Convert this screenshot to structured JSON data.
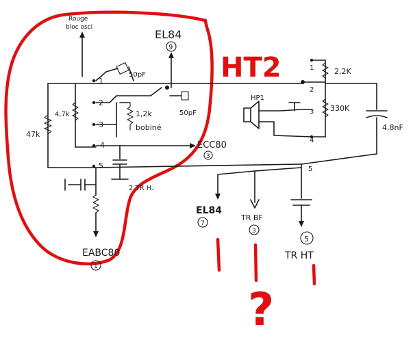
{
  "labels": {
    "top_wire": "Rouge",
    "top_wire2": "bloc osci",
    "el84_top": "EL84",
    "el84_top_pin": "9",
    "ht2": "HT2",
    "pin1_left": "1",
    "pin2_left": "2",
    "pin3_left": "3",
    "pin4_left": "4",
    "pin5_left": "5",
    "cap_50pf_a": "50pF",
    "cap_50pf_b": "50pF",
    "res_4k7_left": "47k",
    "res_4k7_inner": "4,7k",
    "res_1k2": "1,2k",
    "bobine": "bobiné",
    "ecc80": "ECC80",
    "ecc80_pin": "3",
    "tr_h": "2 TR H.",
    "eabc80": "EABC80",
    "eabc80_pin": "1",
    "pin1_right": "1",
    "pin2_right": "2",
    "pin3_right": "3",
    "pin4_right": "4",
    "pin5_right": "5",
    "res_2k2": "2,2K",
    "res_330k": "330K",
    "cap_4n8": "4,8nF",
    "hp": "HP1",
    "el84_bottom": "EL84",
    "el84_bottom_pin": "7",
    "tr_bf": "TR BF",
    "tr_bf_pin": "3",
    "tr_ht": "TR HT",
    "tr_ht_pin": "5",
    "question": "?"
  }
}
